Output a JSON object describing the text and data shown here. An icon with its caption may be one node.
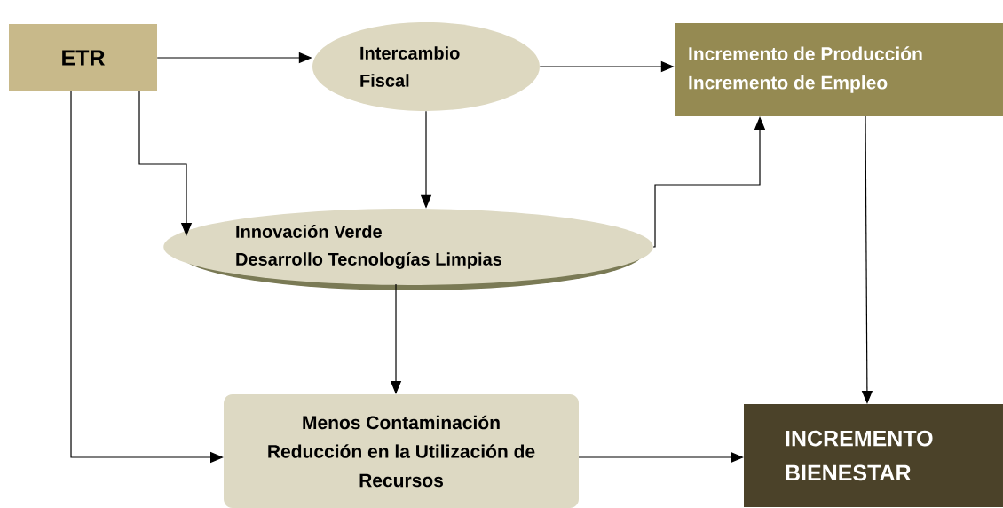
{
  "diagram": {
    "nodes": [
      {
        "text": [
          "ETR"
        ]
      },
      {
        "text": [
          "Intercambio Fiscal"
        ]
      },
      {
        "text": [
          "Incremento de Producción",
          "Incremento de Empleo"
        ]
      },
      {
        "text": [
          "Innovación Verde",
          "Desarrollo Tecnologías Limpias"
        ]
      },
      {
        "text": [
          "Menos Contaminación",
          "Reducción en la Utilización de Recursos"
        ]
      },
      {
        "text": [
          "INCREMENTO BIENESTAR"
        ]
      }
    ],
    "edges": [
      {
        "from": 0,
        "to": 1,
        "arrow": "to"
      },
      {
        "from": 1,
        "to": 2,
        "arrow": "to"
      },
      {
        "from": 1,
        "to": 3,
        "arrow": "to"
      },
      {
        "from": 0,
        "to": 3,
        "arrow": "to"
      },
      {
        "from": 3,
        "to": 2,
        "arrow": "to"
      },
      {
        "from": 3,
        "to": 4,
        "arrow": "to"
      },
      {
        "from": 0,
        "to": 4,
        "arrow": "to"
      },
      {
        "from": 2,
        "to": 5,
        "arrow": "to"
      },
      {
        "from": 4,
        "to": 5,
        "arrow": "to"
      }
    ]
  }
}
